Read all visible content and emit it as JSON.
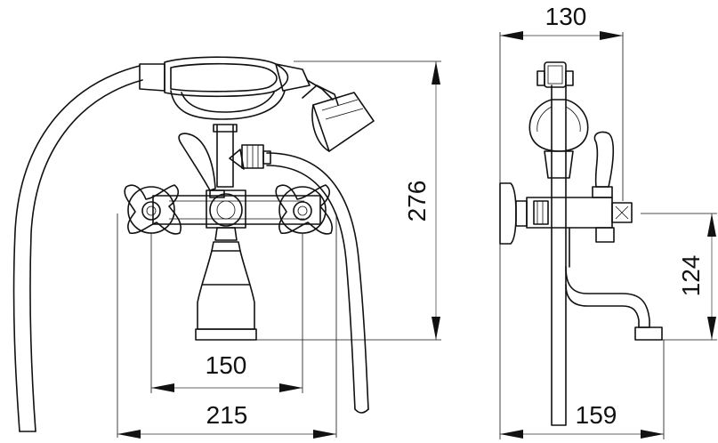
{
  "dimensions": {
    "front_total_height": "276",
    "front_handle_spacing": "150",
    "front_total_width": "215",
    "side_depth_top": "130",
    "side_outlet_height": "124",
    "side_spout_reach": "159"
  }
}
